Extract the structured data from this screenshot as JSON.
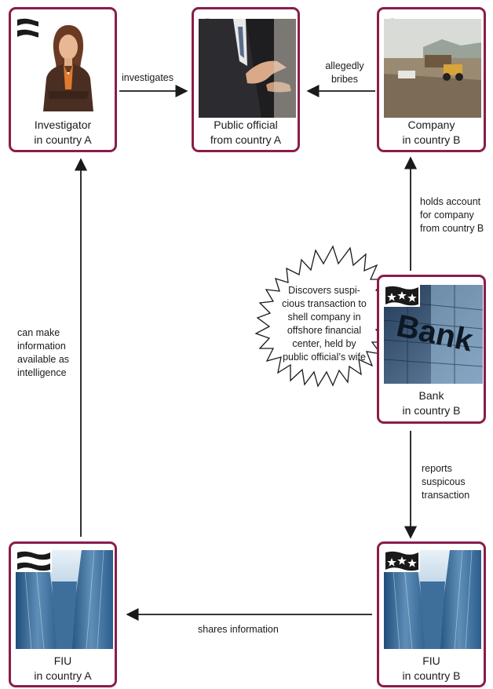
{
  "nodes": {
    "investigator": {
      "line1": "Investigator",
      "line2": "in country A"
    },
    "official": {
      "line1": "Public official",
      "line2": "from country A"
    },
    "company": {
      "line1": "Company",
      "line2": "in country B"
    },
    "bank": {
      "line1": "Bank",
      "line2": "in country B",
      "sign_text": "Bank"
    },
    "fiu_a": {
      "line1": "FIU",
      "line2": "in country A"
    },
    "fiu_b": {
      "line1": "FIU",
      "line2": "in country B"
    }
  },
  "edges": {
    "investigates": {
      "line1": "investigates"
    },
    "bribes": {
      "line1": "allegedly",
      "line2": "bribes"
    },
    "holds": {
      "line1": "holds account",
      "line2": "for company",
      "line3": "from country B"
    },
    "reports": {
      "line1": "reports",
      "line2": "suspicous",
      "line3": "transaction"
    },
    "shares": {
      "line1": "shares information"
    },
    "intel": {
      "line1": "can make",
      "line2": "information",
      "line3": "available as",
      "line4": "intelligence"
    }
  },
  "callout": {
    "line1": "Discovers suspi-",
    "line2": "cious transaction to",
    "line3": "shell company in",
    "line4": "offshore financial",
    "line5": "center, held by",
    "line6": "public official’s wife"
  },
  "colors": {
    "border": "#8a1d4a",
    "arrow": "#1a1a1a",
    "flag": "#1a1a1a"
  },
  "icons": {
    "flag_country_a": "wavy-stripe-flag-icon",
    "flag_country_b": "three-star-flag-icon"
  }
}
